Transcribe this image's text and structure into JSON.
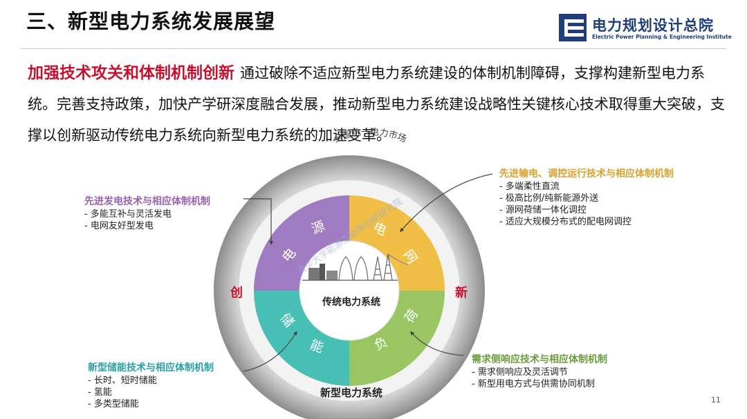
{
  "header": {
    "title": "三、新型电力系统发展展望",
    "logo_cn": "电力规划设计总院",
    "logo_en": "Electric Power Planning & Engineering Institute"
  },
  "intro": {
    "highlight": "加强技术攻关和体制机制创新",
    "text": "通过破除不适应新型电力系统建设的体制机制障碍，支撑构建新型电力系统。完善支持政策，加快产学研深度融合发展，推动新型电力系统建设战略性关键核心技术取得重大突破，支撑以创新驱动传统电力系统向新型电力系统的加速变革。"
  },
  "diagram": {
    "outer_ring_top": "全国统一电力市场",
    "outer_left": "创",
    "outer_right": "新",
    "bottom_label": "新型电力系统",
    "center_label": "传统电力系统",
    "watermark": "清华大学能源互联网创新研究院",
    "quadrants": {
      "source": [
        "电",
        "源"
      ],
      "grid": [
        "电",
        "网"
      ],
      "storage": [
        "储",
        "能"
      ],
      "load": [
        "负",
        "荷"
      ]
    },
    "colors": {
      "source": "#a07bc1",
      "grid": "#f1bf45",
      "storage": "#48bfb5",
      "load": "#99c663",
      "accent_red": "#c8102e"
    }
  },
  "boxes": {
    "generation": {
      "heading": "先进发电技术与相应体制机制",
      "items": [
        "多能互补与灵活发电",
        "电网友好型发电"
      ]
    },
    "transmission": {
      "heading": "先进输电、调控运行技术与相应体制机制",
      "items": [
        "多端柔性直流",
        "极高比例/纯新能源外送",
        "源网荷储一体化调控",
        "适应大规模分布式的配电网调控"
      ]
    },
    "storage": {
      "heading": "新型储能技术与相应体制机制",
      "items": [
        "长时、短时储能",
        "氢能",
        "多类型储能"
      ]
    },
    "demand": {
      "heading": "需求侧响应技术与相应体制机制",
      "items": [
        "需求侧响应及灵活调节",
        "新型用电方式与供需协同机制"
      ]
    }
  },
  "footer": {
    "page_number": "11"
  }
}
